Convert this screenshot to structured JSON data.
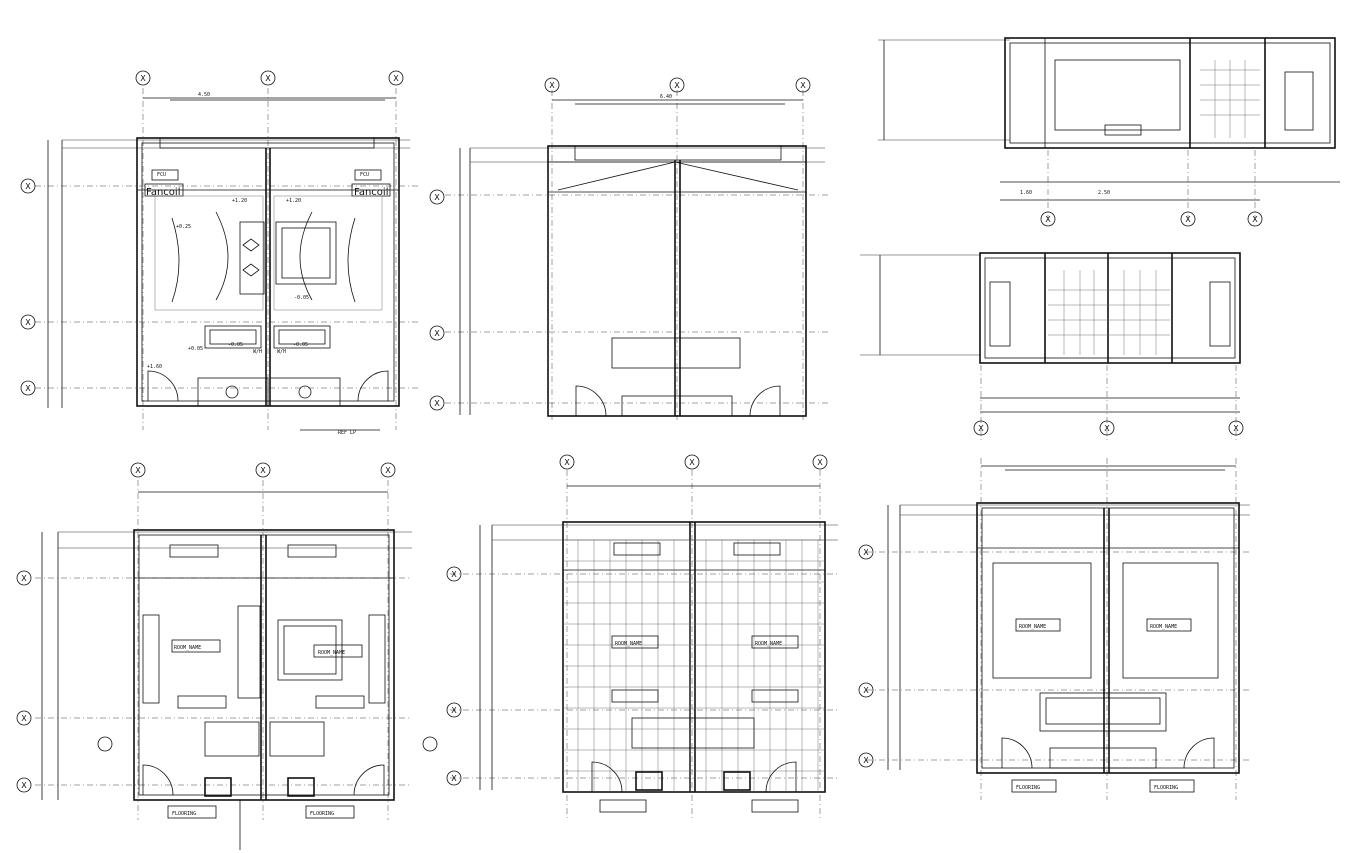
{
  "drawing": {
    "axis_mark": "X",
    "labels": {
      "fancoil_left": "Fancoil",
      "fancoil_right": "Fancoil",
      "wh_left": "W/H",
      "wh_right": "W/H",
      "fcu_left": "FCU",
      "fcu_right": "FCU",
      "room_tag": "ROOM_NAME",
      "floor_tag": "FLOORING",
      "mark_a": "+1.60",
      "mark_b": "-0.05",
      "mark_c": "+0.25",
      "mark_d": "+1.20",
      "mark_e": "-0.05",
      "mark_f": "+1.20",
      "mark_g": "-0.05",
      "mark_h": "+0.05",
      "ref_note": "REF LP",
      "dim_a": "4.50",
      "dim_b": "6.40",
      "dim_c": "2.50",
      "dim_d": "1.60"
    }
  }
}
